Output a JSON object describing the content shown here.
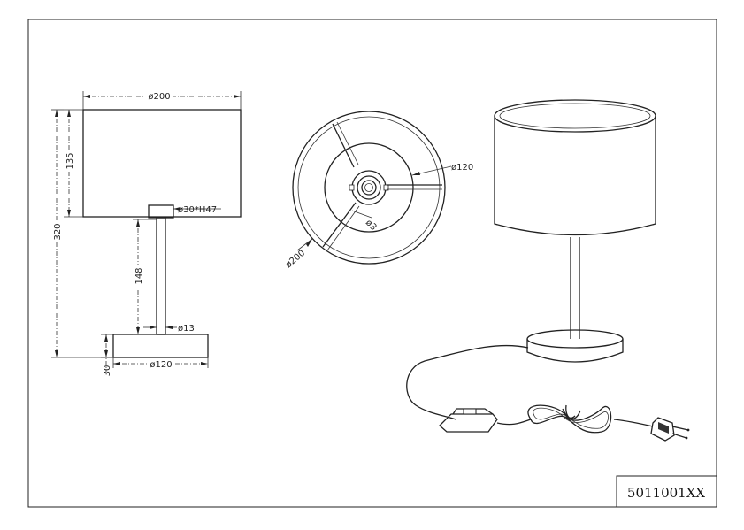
{
  "product_code": "5011001XX",
  "side_view": {
    "shade_diameter": "ø200",
    "shade_height": "135",
    "total_height": "320",
    "holder": "ø30*H47",
    "stem_height": "148",
    "stem_diameter": "ø13",
    "base_height": "30",
    "base_diameter": "ø120"
  },
  "top_view": {
    "shade_diameter": "ø200",
    "ring_diameter": "ø120",
    "wire_diameter": "ø3"
  },
  "icons": [
    "switch-icon",
    "plug-icon"
  ]
}
